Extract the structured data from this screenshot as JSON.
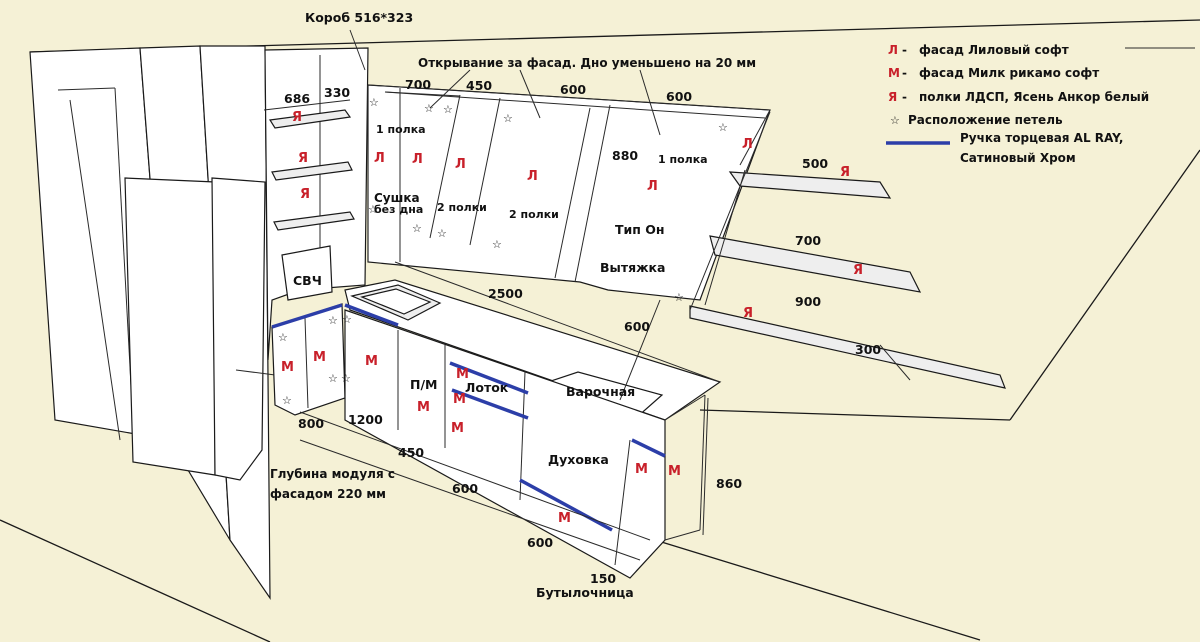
{
  "legend": {
    "items": [
      {
        "code": "Л",
        "sep": " - ",
        "text": "фасад Лиловый софт"
      },
      {
        "code": "М",
        "sep": " - ",
        "text": "фасад Милк рикамо софт"
      },
      {
        "code": "Я",
        "sep": " - ",
        "text": "полки ЛДСП, Ясень Анкор белый"
      }
    ],
    "hinges_symbol": "☆",
    "hinges_text": "Расположение петель",
    "handle_line1": "Ручка торцевая AL RAY,",
    "handle_line2": "Сатиновый Хром",
    "handle_color": "#2c3ea8",
    "code_color": "#c8202a"
  },
  "notes": {
    "box": "Короб  516*323",
    "opening": "Открывание за фасад. Дно уменьшено на 20 мм",
    "module_depth_1": "Глубина модуля с",
    "module_depth_2": "фасадом 220 мм",
    "sink_width": "2500"
  },
  "dimensions": {
    "d686": "686",
    "d330": "330",
    "d700a": "700",
    "d450a": "450",
    "d600a": "600",
    "d600b": "600",
    "d880": "880",
    "s500": "500",
    "s700": "700",
    "s900": "900",
    "s300": "300",
    "d600c": "600",
    "d800": "800",
    "d1200": "1200",
    "d450b": "450",
    "d600d": "600",
    "d600e": "600",
    "d150": "150",
    "d860": "860"
  },
  "labels": {
    "shelf1": "1 полка",
    "shelf1b": "1 полка",
    "dryer1": "Сушка",
    "dryer2": "без дна",
    "shelves2a": "2 полки",
    "shelves2b": "2 полки",
    "hood_type": "Тип Он",
    "hood": "Вытяжка",
    "microwave": "СВЧ",
    "dishwasher": "П/М",
    "tray": "Лоток",
    "hob": "Варочная",
    "oven": "Духовка",
    "bottle": "Бутылочница"
  },
  "codes": {
    "L": "Л",
    "M": "М",
    "Ya": "Я"
  }
}
